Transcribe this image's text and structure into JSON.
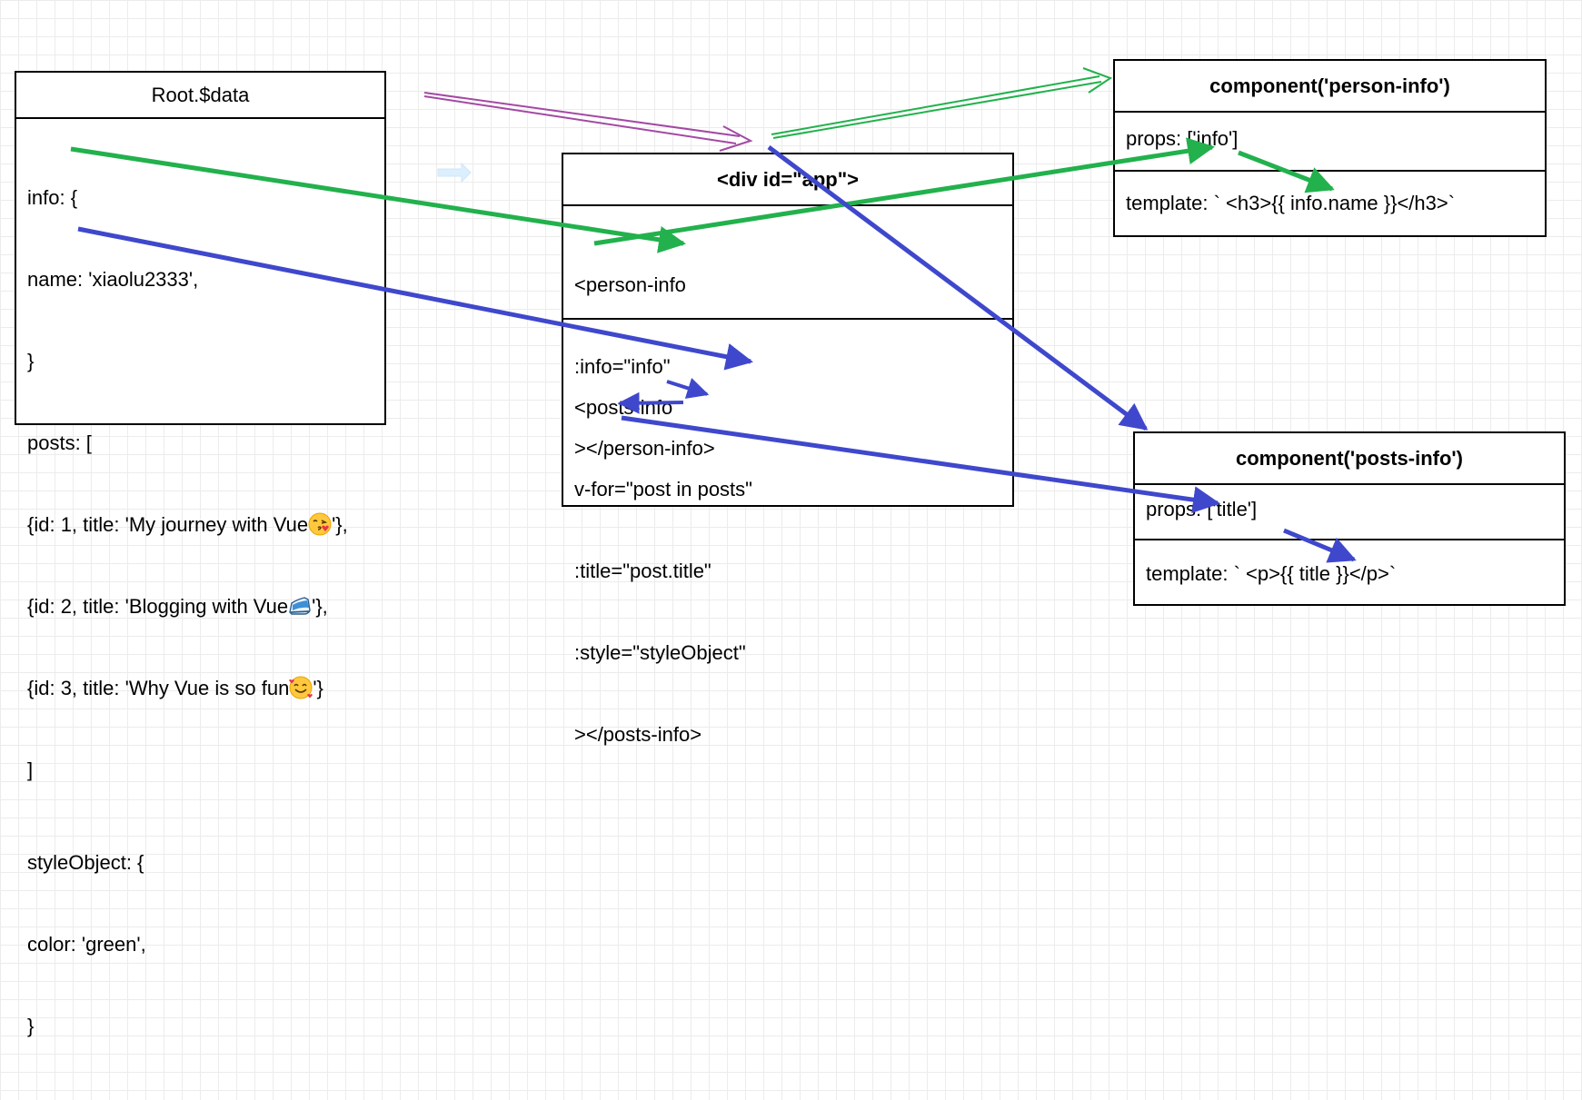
{
  "root_data": {
    "title": "Root.$data",
    "info_lines": [
      "info: {",
      "name: 'xiaolu2333',",
      "}"
    ],
    "posts_lines": [
      "posts: [",
      "{id: 1, title: 'My journey with Vue",
      "{id: 2, title: 'Blogging with Vue",
      "{id: 3, title: 'Why Vue is so fun",
      "]"
    ],
    "posts_line_suffix": "'},",
    "posts_last_suffix": "'}",
    "style_lines": [
      "styleObject: {",
      "color: 'green',",
      "}"
    ]
  },
  "app_div": {
    "title": "<div id=\"app\">",
    "person_info_lines": [
      "<person-info",
      ":info=\"info\"",
      "></person-info>"
    ],
    "posts_info_lines": [
      "<posts-info",
      "v-for=\"post in posts\"",
      ":title=\"post.title\"",
      ":style=\"styleObject\"",
      "></posts-info>"
    ]
  },
  "person_component": {
    "title": "component('person-info')",
    "props": "props: ['info']",
    "template": "template: ` <h3>{{ info.name }}</h3>`"
  },
  "posts_component": {
    "title": "component('posts-info')",
    "props": "props: ['title']",
    "template": "template: ` <p>{{ title }}</p>`"
  },
  "colors": {
    "green": "#22b14c",
    "blue": "#3f48cc",
    "purple": "#a349a4"
  },
  "icons": [
    "kiss-face-emoji",
    "running-shoe-emoji",
    "smiling-hearts-emoji"
  ]
}
